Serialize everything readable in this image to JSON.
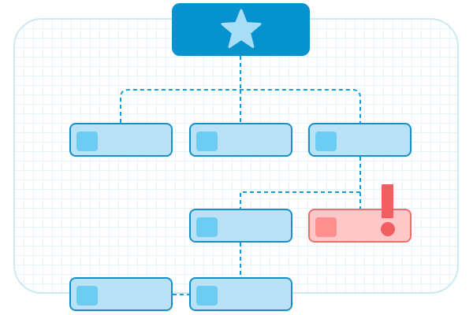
{
  "diagram": {
    "root": {
      "icon": "star-icon",
      "color": "#0691cf"
    },
    "nodes": [
      {
        "id": "level1-left",
        "state": "normal"
      },
      {
        "id": "level1-center",
        "state": "normal"
      },
      {
        "id": "level1-right",
        "state": "normal"
      },
      {
        "id": "level2-center",
        "state": "normal"
      },
      {
        "id": "level2-right",
        "state": "alert",
        "icon": "exclamation-icon"
      },
      {
        "id": "level3-left",
        "state": "normal"
      },
      {
        "id": "level3-center",
        "state": "normal"
      }
    ],
    "colors": {
      "node_fill": "#b9e2f7",
      "node_border": "#1a8fc6",
      "node_chip": "#6cccf2",
      "alert_fill": "#fec8c8",
      "alert_border": "#ef6e6e",
      "alert_chip": "#ff8e8e",
      "alert_icon": "#f15f62",
      "connector": "#1b9bd1",
      "grid_line": "#e6f3f8",
      "panel_border": "#cde9f2"
    }
  }
}
